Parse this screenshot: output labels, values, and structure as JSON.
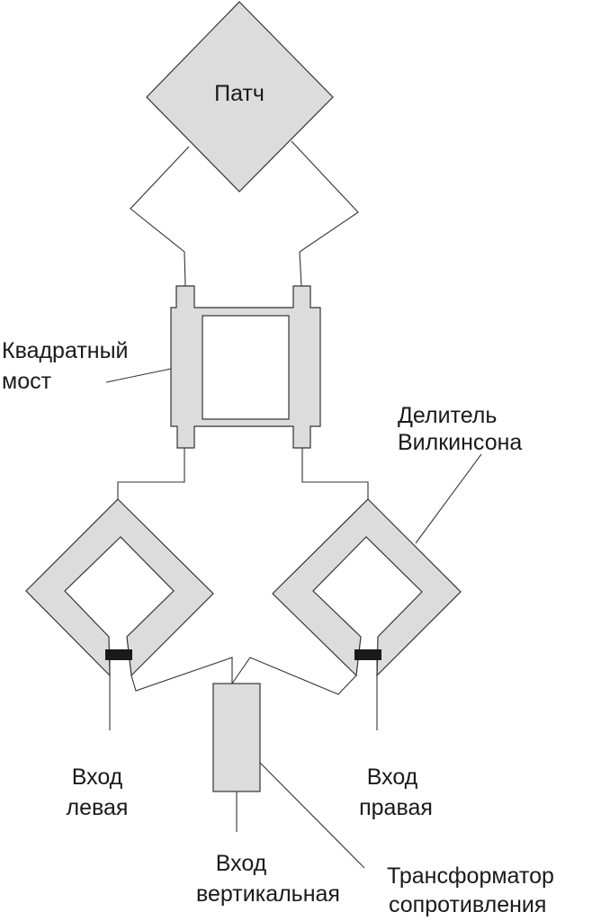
{
  "labels": {
    "patch": "Патч",
    "bridge_line1": "Квадратный",
    "bridge_line2": "мост",
    "divider_line1": "Делитель",
    "divider_line2": "Вилкинсона",
    "input_left_line1": "Вход",
    "input_left_line2": "левая",
    "input_right_line1": "Вход",
    "input_right_line2": "правая",
    "input_vertical_line1": "Вход",
    "input_vertical_line2": "вертикальная",
    "transformer_line1": "Трансформатор",
    "transformer_line2": "сопротивления"
  },
  "colors": {
    "fill": "#dcdcdc",
    "stroke": "#333333",
    "resistor": "#1a1a1a"
  }
}
